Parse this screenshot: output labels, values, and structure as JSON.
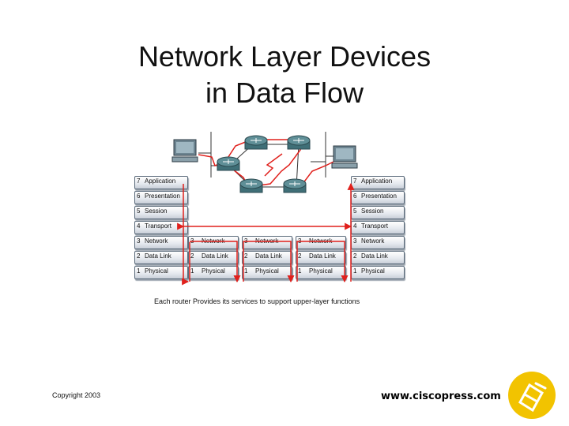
{
  "slide": {
    "title_line1": "Network Layer Devices",
    "title_line2": "in Data Flow",
    "caption": "Each router Provides its services to support upper-layer functions",
    "copyright": "Copyright 2003",
    "url": "www.ciscopress.com"
  },
  "stacks": [
    {
      "id": "host-left",
      "layers": [
        {
          "num": "7",
          "name": "Application"
        },
        {
          "num": "6",
          "name": "Presentation"
        },
        {
          "num": "5",
          "name": "Session"
        },
        {
          "num": "4",
          "name": "Transport"
        },
        {
          "num": "3",
          "name": "Network"
        },
        {
          "num": "2",
          "name": "Data Link"
        },
        {
          "num": "1",
          "name": "Physical"
        }
      ]
    },
    {
      "id": "router-1",
      "layers": [
        {
          "num": "3",
          "name": "Network"
        },
        {
          "num": "2",
          "name": "Data Link"
        },
        {
          "num": "1",
          "name": "Physical"
        }
      ]
    },
    {
      "id": "router-2",
      "layers": [
        {
          "num": "3",
          "name": "Network"
        },
        {
          "num": "2",
          "name": "Data Link"
        },
        {
          "num": "1",
          "name": "Physical"
        }
      ]
    },
    {
      "id": "router-3",
      "layers": [
        {
          "num": "3",
          "name": "Network"
        },
        {
          "num": "2",
          "name": "Data Link"
        },
        {
          "num": "1",
          "name": "Physical"
        }
      ]
    },
    {
      "id": "host-right",
      "layers": [
        {
          "num": "7",
          "name": "Application"
        },
        {
          "num": "6",
          "name": "Presentation"
        },
        {
          "num": "5",
          "name": "Session"
        },
        {
          "num": "4",
          "name": "Transport"
        },
        {
          "num": "3",
          "name": "Network"
        },
        {
          "num": "2",
          "name": "Data Link"
        },
        {
          "num": "1",
          "name": "Physical"
        }
      ]
    }
  ],
  "colors": {
    "flow": "#e0201c",
    "router": "#5f8f97",
    "logo": "#f2c300"
  },
  "icons": [
    "computer-icon",
    "router-icon",
    "cisco-press-logo"
  ]
}
